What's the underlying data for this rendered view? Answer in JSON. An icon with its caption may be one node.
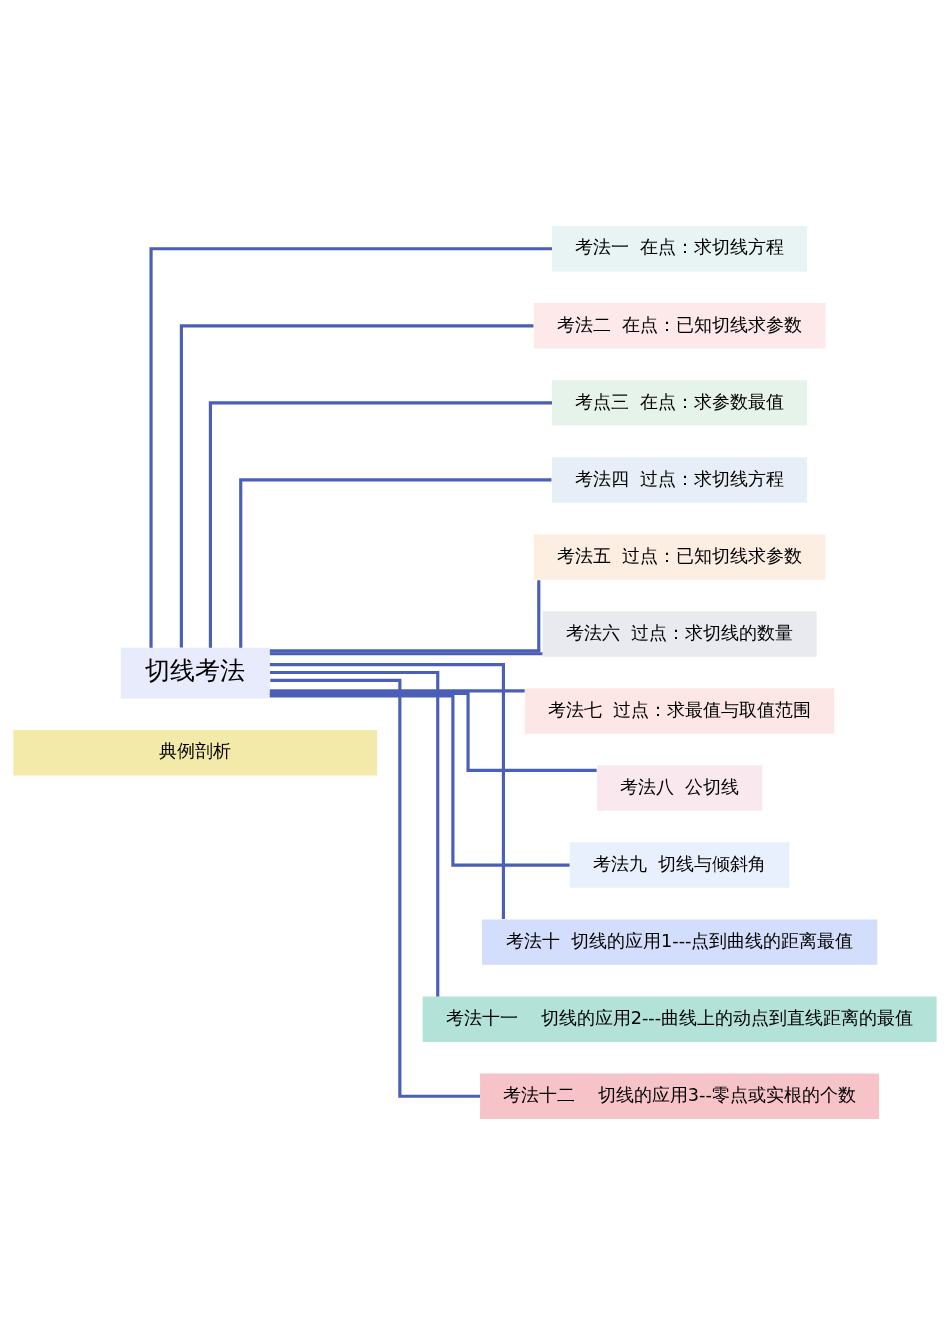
{
  "diagram": {
    "nodes": [
      {
        "text": [
          "典例剖析"
        ]
      },
      {
        "text": [
          "切线考法"
        ]
      },
      {
        "text": [
          "考法一  在点：求切线方程"
        ]
      },
      {
        "text": [
          "考法二  在点：已知切线求参数"
        ]
      },
      {
        "text": [
          "考点三  在点：求参数最值"
        ]
      },
      {
        "text": [
          "考法四  过点：求切线方程"
        ]
      },
      {
        "text": [
          "考法五  过点：已知切线求参数"
        ]
      },
      {
        "text": [
          "考法六  过点：求切线的数量"
        ]
      },
      {
        "text": [
          "考法七  过点：求最值与取值范围"
        ]
      },
      {
        "text": [
          "考法八  公切线"
        ]
      },
      {
        "text": [
          "考法九  切线与倾斜角"
        ]
      },
      {
        "text": [
          "考法十  切线的应用1---点到曲线的距离最值"
        ]
      },
      {
        "text": [
          "考法十一    切线的应用2---曲线上的动点到直线距离的最值"
        ]
      },
      {
        "text": [
          "考法十二    切线的应用3--零点或实根的个数"
        ]
      }
    ],
    "edges": [
      {
        "from": 1,
        "to": 2,
        "arrow": "none"
      },
      {
        "from": 1,
        "to": 3,
        "arrow": "none"
      },
      {
        "from": 1,
        "to": 4,
        "arrow": "none"
      },
      {
        "from": 1,
        "to": 5,
        "arrow": "none"
      },
      {
        "from": 1,
        "to": 6,
        "arrow": "none"
      },
      {
        "from": 1,
        "to": 7,
        "arrow": "none"
      },
      {
        "from": 1,
        "to": 8,
        "arrow": "none"
      },
      {
        "from": 1,
        "to": 9,
        "arrow": "none"
      },
      {
        "from": 1,
        "to": 10,
        "arrow": "none"
      },
      {
        "from": 1,
        "to": 11,
        "arrow": "none"
      },
      {
        "from": 1,
        "to": 12,
        "arrow": "none"
      },
      {
        "from": 1,
        "to": 13,
        "arrow": "none"
      }
    ]
  }
}
